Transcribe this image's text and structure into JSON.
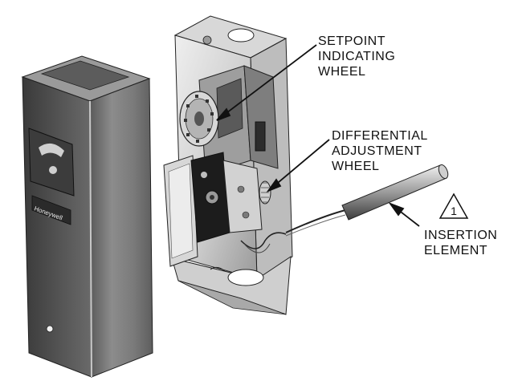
{
  "figure": {
    "callouts": {
      "setpoint": [
        "SETPOINT",
        "INDICATING",
        "WHEEL"
      ],
      "differential": [
        "DIFFERENTIAL",
        "ADJUSTMENT",
        "WHEEL"
      ],
      "insertion": [
        "INSERTION",
        "ELEMENT"
      ]
    },
    "note_marker": "1",
    "brand_plate_text": "Honeywell",
    "icons": [
      "warning-triangle-icon"
    ],
    "colors": {
      "line": "#111111",
      "metal_light": "#d9d9d9",
      "metal_mid": "#a8a8a8",
      "metal_dark": "#4a4a4a",
      "cover_face": "#7c7c7c"
    }
  }
}
